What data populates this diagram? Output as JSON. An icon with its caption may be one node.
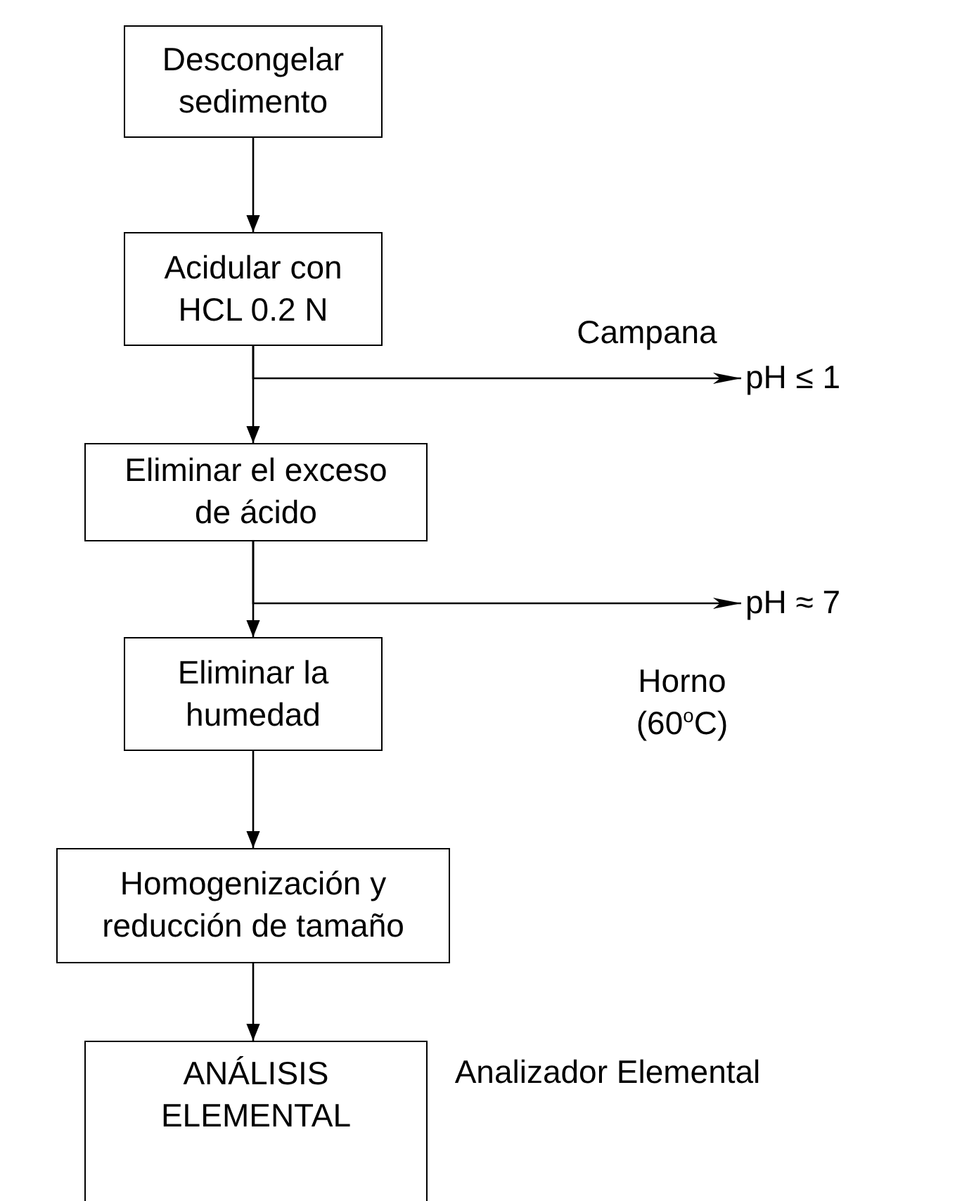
{
  "diagram": {
    "nodes": [
      {
        "text": [
          "Descongelar sedimento"
        ]
      },
      {
        "text": [
          "Acidular con HCL 0.2 N"
        ]
      },
      {
        "text": [
          "Eliminar el exceso de ácido"
        ]
      },
      {
        "text": [
          "Eliminar la humedad"
        ]
      },
      {
        "text": [
          "Homogenización y reducción de tamaño"
        ]
      },
      {
        "text": [
          "ANÁLISIS ELEMENTAL"
        ],
        "beside": [
          "Analizador Elemental"
        ]
      },
      {
        "text": [
          "pH ≤ 1"
        ]
      },
      {
        "text": [
          "pH ≈ 7"
        ]
      }
    ],
    "edges": [
      {
        "from": 0,
        "to": 1,
        "arrow": "to"
      },
      {
        "from": 1,
        "to": 2,
        "arrow": "to"
      },
      {
        "from": 1,
        "to": 6,
        "arrow": "to"
      },
      {
        "from": 2,
        "to": 3,
        "arrow": "to"
      },
      {
        "from": 2,
        "to": 7,
        "arrow": "to"
      },
      {
        "from": 3,
        "to": 4,
        "arrow": "to"
      },
      {
        "from": 4,
        "to": 5,
        "arrow": "to"
      }
    ],
    "labels": [
      "Campana",
      "Horno (60$^{o}$C)"
    ]
  }
}
